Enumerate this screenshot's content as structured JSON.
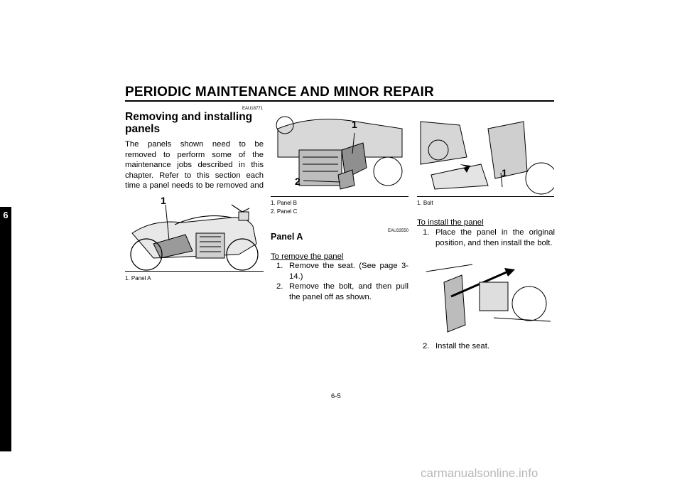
{
  "header": {
    "title": "PERIODIC MAINTENANCE AND MINOR REPAIR"
  },
  "chapter_tab": "6",
  "section": {
    "code": "EAU18771",
    "title_line1": "Removing and installing",
    "title_line2": "panels",
    "intro": "The panels shown need to be removed to perform some of the maintenance jobs described in this chapter. Refer to this section each time a panel needs to be removed and installed."
  },
  "figures": {
    "fig1": {
      "callout": "1",
      "captions": [
        "1. Panel A"
      ]
    },
    "fig2": {
      "callout1": "1",
      "callout2": "2",
      "captions": [
        "1. Panel B",
        "2. Panel C"
      ]
    },
    "fig3": {
      "callout": "1",
      "captions": [
        "1. Bolt"
      ]
    }
  },
  "panel_a": {
    "code": "EAU33550",
    "title": "Panel A",
    "remove_heading": "To remove the panel",
    "remove_steps": [
      {
        "num": "1.",
        "text": "Remove the seat. (See page 3-14.)"
      },
      {
        "num": "2.",
        "text": "Remove the bolt, and then pull the panel off as shown."
      }
    ]
  },
  "install": {
    "heading": "To install the panel",
    "steps": [
      {
        "num": "1.",
        "text": "Place the panel in the original position, and then install the bolt."
      },
      {
        "num": "2.",
        "text": "Install the seat."
      }
    ]
  },
  "page_number": "6-5",
  "watermark": "carmanualsonline.info"
}
